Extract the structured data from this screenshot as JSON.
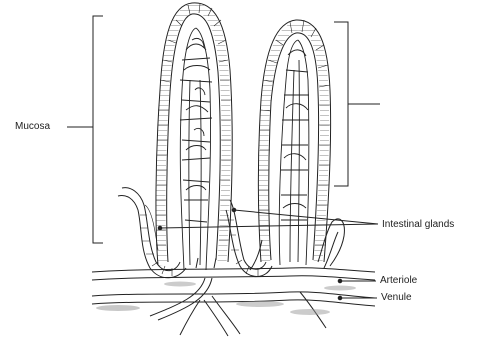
{
  "labels": {
    "mucosa": "Mucosa",
    "intestinal_glands": "Intestinal glands",
    "arteriole": "Arteriole",
    "venule": "Venule"
  },
  "colors": {
    "ink": "#222222",
    "background": "#ffffff",
    "stipple": "#9a9a9a"
  }
}
